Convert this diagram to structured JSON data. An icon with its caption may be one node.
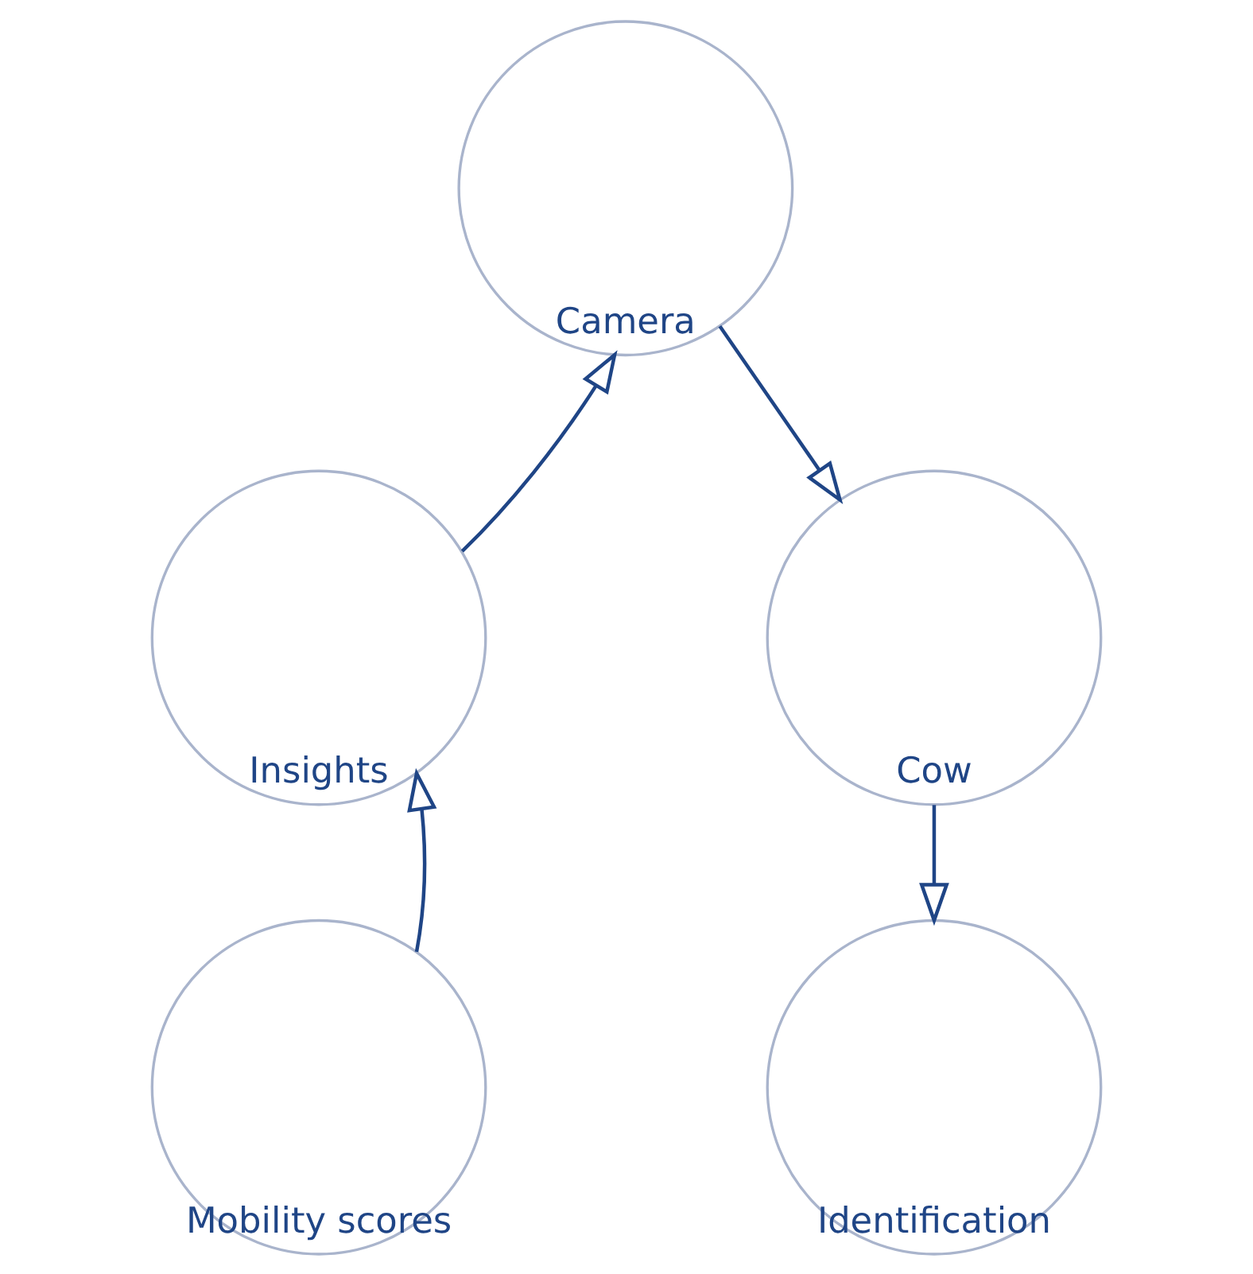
{
  "diagram": {
    "nodes": [
      {
        "text": [
          "Camera"
        ]
      },
      {
        "text": [
          "Insights"
        ]
      },
      {
        "text": [
          "Cow"
        ]
      },
      {
        "text": [
          "Mobility scores"
        ]
      },
      {
        "text": [
          "Identification"
        ]
      }
    ],
    "edges": [
      {
        "from": 1,
        "to": 0,
        "arrow": "to"
      },
      {
        "from": 0,
        "to": 2,
        "arrow": "to"
      },
      {
        "from": 3,
        "to": 1,
        "arrow": "to"
      },
      {
        "from": 2,
        "to": 4,
        "arrow": "to"
      }
    ]
  }
}
